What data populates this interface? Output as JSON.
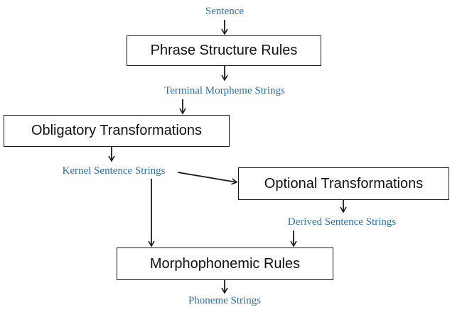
{
  "colors": {
    "label_text": "#2e6e9e",
    "box_border": "#1a1a1a",
    "box_text": "#111111",
    "arrow": "#1a1a1a"
  },
  "labels": {
    "sentence": "Sentence",
    "terminal_morpheme_strings": "Terminal Morpheme Strings",
    "kernel_sentence_strings": "Kernel Sentence Strings",
    "derived_sentence_strings": "Derived Sentence Strings",
    "phoneme_strings": "Phoneme Strings"
  },
  "boxes": {
    "phrase_structure_rules": "Phrase Structure Rules",
    "obligatory_transformations": "Obligatory Transformations",
    "optional_transformations": "Optional Transformations",
    "morphophonemic_rules": "Morphophonemic Rules"
  }
}
